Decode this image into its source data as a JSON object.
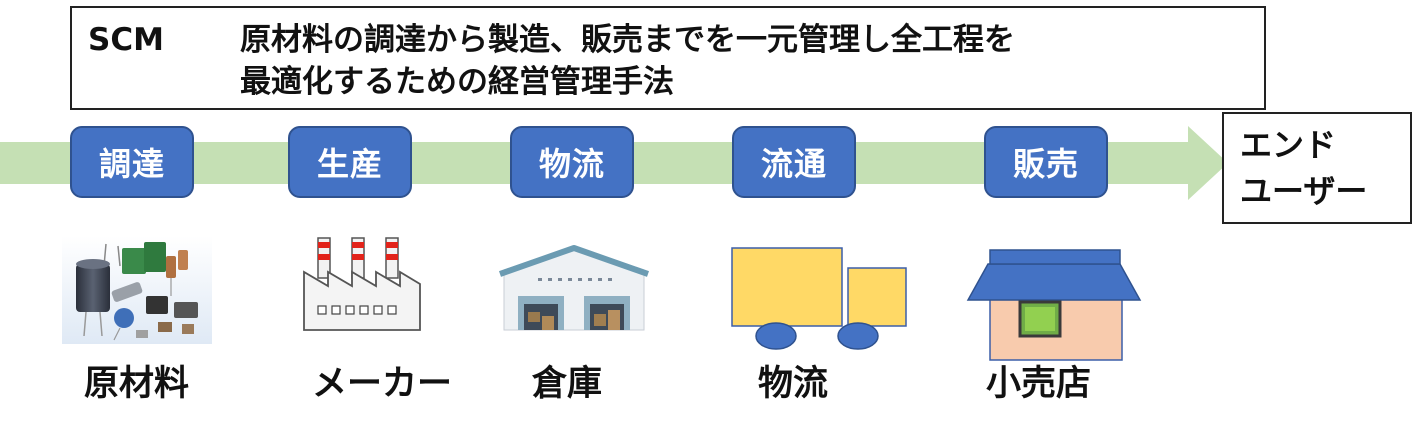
{
  "title": {
    "term": "SCM",
    "line1": "原材料の調達から製造、販売までを一元管理し全工程を",
    "line2": "最適化するための経営管理手法"
  },
  "stages": [
    "調達",
    "生産",
    "物流",
    "流通",
    "販売"
  ],
  "end_user": {
    "line1": "エンド",
    "line2": "ユーザー"
  },
  "icons": [
    "electronic-components-icon",
    "factory-icon",
    "warehouse-icon",
    "truck-icon",
    "shop-icon"
  ],
  "labels": [
    "原材料",
    "メーカー",
    "倉庫",
    "物流",
    "小売店"
  ],
  "colors": {
    "stage_fill": "#4472c4",
    "flow_arrow": "#c5e0b4",
    "truck_body": "#ffd966",
    "shop_wall": "#f8cbad",
    "shop_door": "#70ad47"
  }
}
